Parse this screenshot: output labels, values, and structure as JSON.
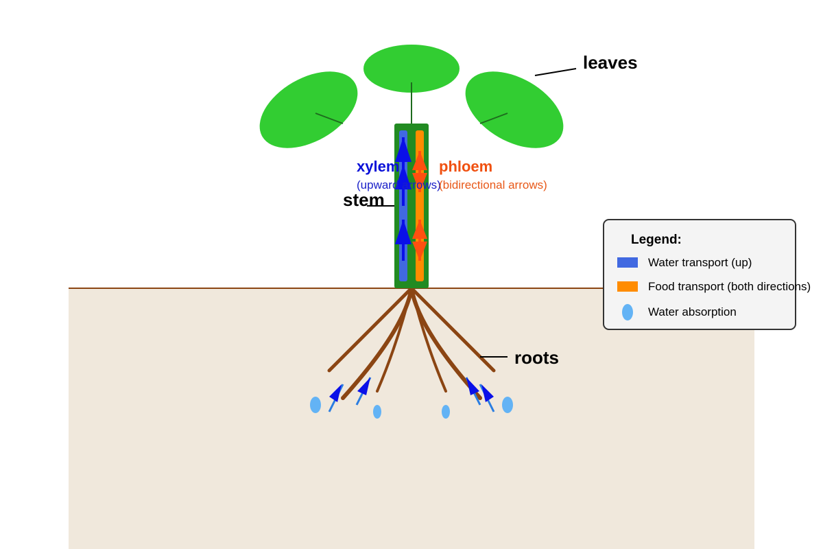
{
  "labels": {
    "leaves": "leaves",
    "stem": "stem",
    "roots": "roots",
    "xylem": "xylem",
    "xylem_sub": "(upward arrows)",
    "phloem": "phloem",
    "phloem_sub": "(bidirectional arrows)"
  },
  "legend": {
    "title": "Legend:",
    "items": [
      {
        "label": "Water transport (up)",
        "icon": "blue-swatch",
        "color": "#4169E1"
      },
      {
        "label": "Food transport (both directions)",
        "icon": "orange-swatch",
        "color": "#FF8C00"
      },
      {
        "label": "Water absorption",
        "icon": "water-drop",
        "color": "#63B3F5"
      }
    ]
  },
  "colors": {
    "leaf": "#32CD32",
    "stem": "#228B22",
    "xylem": "#4169E1",
    "phloem": "#FF8C00",
    "root": "#8B4513",
    "soil": "#F0E8DC",
    "water": "#63B3F5",
    "xylem_label": "#0A10D8",
    "phloem_label": "#F05010"
  }
}
